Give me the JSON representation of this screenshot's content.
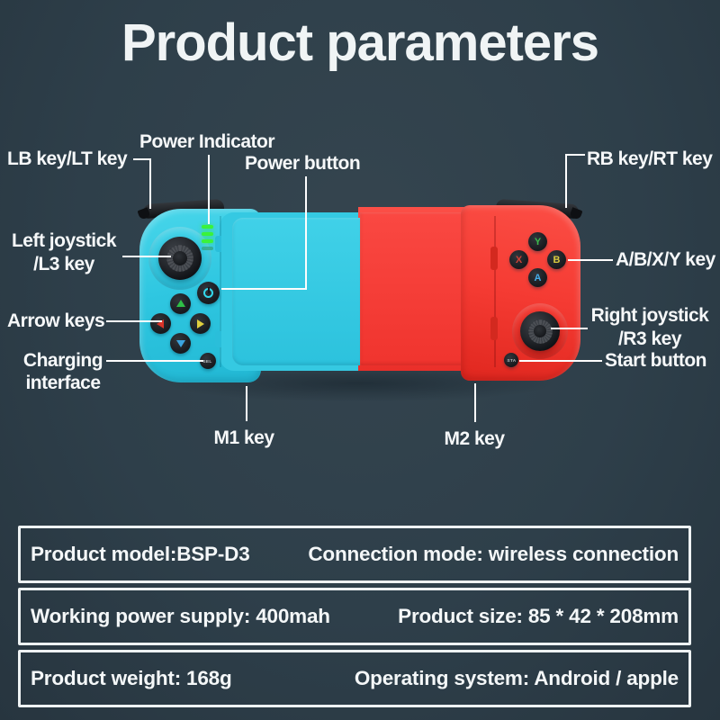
{
  "title": "Product parameters",
  "labels": {
    "power_indicator": "Power Indicator",
    "power_button": "Power button",
    "lb": "LB key/LT key",
    "left_joystick_1": "Left joystick",
    "left_joystick_2": "/L3 key",
    "arrow_keys": "Arrow keys",
    "charging_1": "Charging",
    "charging_2": "interface",
    "m1": "M1 key",
    "m2": "M2 key",
    "rb": "RB key/RT key",
    "abxy": "A/B/X/Y key",
    "right_joystick_1": "Right joystick",
    "right_joystick_2": "/R3 key",
    "start": "Start button"
  },
  "controller": {
    "buttons": {
      "sel": "SEL",
      "sta": "STA",
      "a": "A",
      "b": "B",
      "x": "X",
      "y": "Y"
    },
    "colors": {
      "left_body": "#35c9e2",
      "right_body": "#f84641",
      "button_green": "#3dbb4d",
      "button_red": "#d04237",
      "button_yellow": "#d9ca3e",
      "button_blue": "#46aeea",
      "indicator_green": "#3bf23b",
      "background": "#2e3f4a",
      "text": "#f4f7f8"
    }
  },
  "table": {
    "rows": [
      {
        "left": "Product model:BSP-D3",
        "right": "Connection mode: wireless connection"
      },
      {
        "left": "Working power supply: 400mah",
        "right": "Product size: 85 * 42 * 208mm"
      },
      {
        "left": "Product weight: 168g",
        "right": "Operating system: Android / apple"
      }
    ]
  }
}
